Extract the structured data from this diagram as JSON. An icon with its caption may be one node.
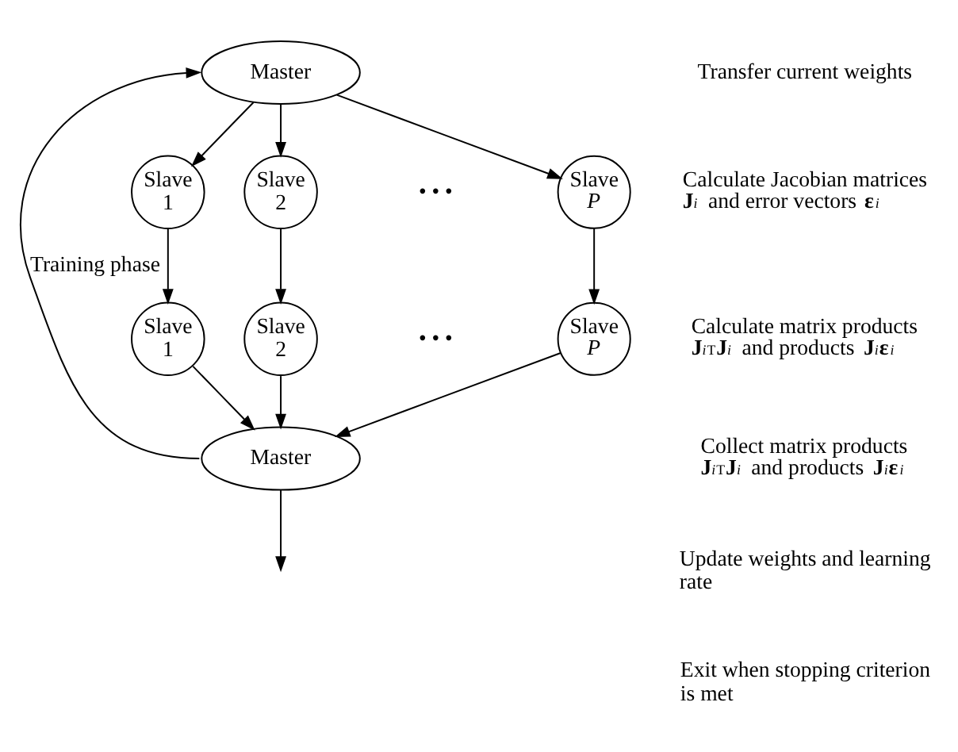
{
  "diagram": {
    "nodes": [
      {
        "text": [
          "Master"
        ]
      },
      {
        "text": [
          "Slave 1"
        ]
      },
      {
        "text": [
          "Slave 2"
        ]
      },
      {
        "text": [
          "Slave *P*"
        ]
      },
      {
        "text": [
          "Slave 1"
        ]
      },
      {
        "text": [
          "Slave 2"
        ]
      },
      {
        "text": [
          "Slave *P*"
        ]
      },
      {
        "text": [
          "Master"
        ]
      }
    ],
    "edges": [
      {
        "from": 0,
        "to": 1,
        "arrow": "to"
      },
      {
        "from": 0,
        "to": 2,
        "arrow": "to"
      },
      {
        "from": 0,
        "to": 3,
        "arrow": "to"
      },
      {
        "from": 1,
        "to": 4,
        "arrow": "to"
      },
      {
        "from": 2,
        "to": 5,
        "arrow": "to"
      },
      {
        "from": 3,
        "to": 6,
        "arrow": "to"
      },
      {
        "from": 4,
        "to": 7,
        "arrow": "to"
      },
      {
        "from": 5,
        "to": 7,
        "arrow": "to"
      },
      {
        "from": 6,
        "to": 7,
        "arrow": "to"
      },
      {
        "from": 7,
        "to": 0,
        "arrow": "to",
        "label": "Training phase"
      },
      {
        "from": 7,
        "to": null,
        "arrow": "to"
      }
    ],
    "labels": [
      "• • •",
      "• • •",
      "Transfer current weights",
      "Calculate Jacobian matrices **J**$_{i}$ and error vectors **ε**$_{i}$",
      "Calculate matrix products **J**$_{i}$$^{T}$**J**$_{i}$ and products **J**$_{i}$**ε**$_{i}$",
      "Collect matrix products **J**$_{i}$$^{T}$**J**$_{i}$ and products **J**$_{i}$**ε**$_{i}$",
      "Update weights and learning rate",
      "Exit when stopping criterion is met"
    ]
  }
}
